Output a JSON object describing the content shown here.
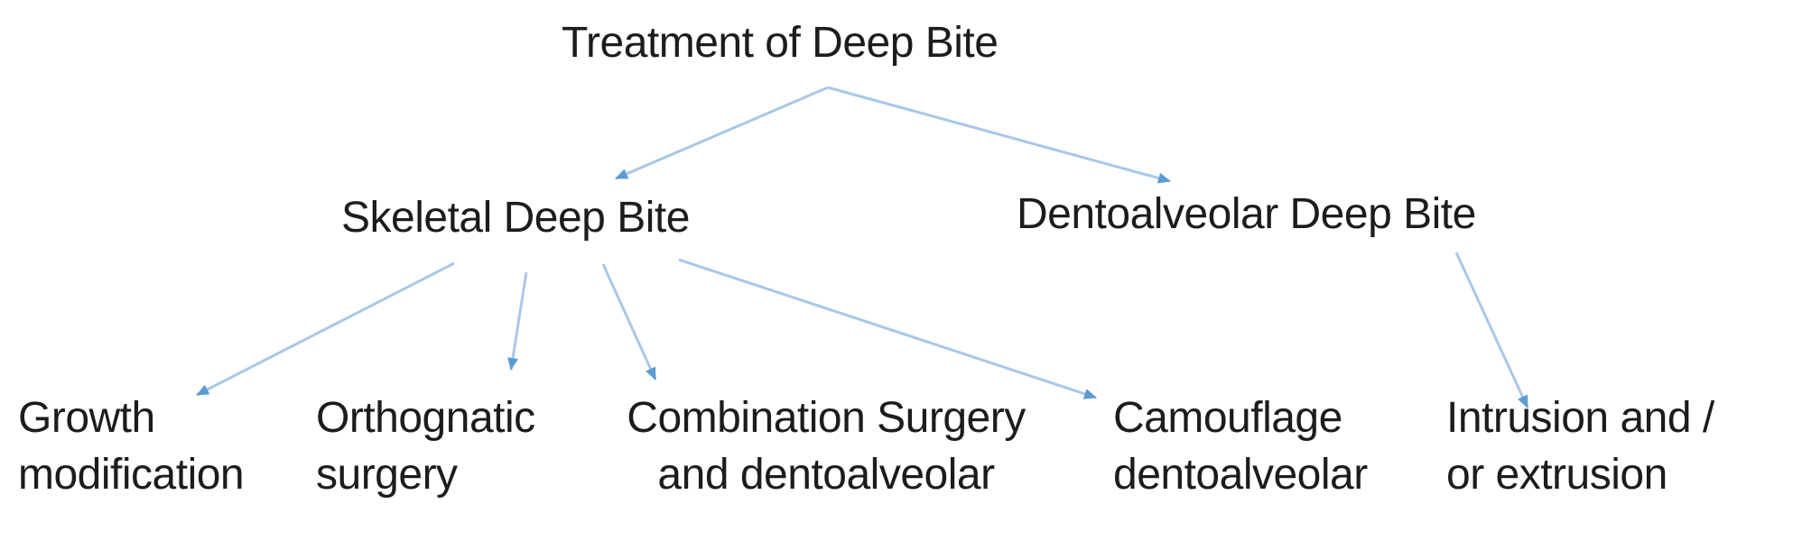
{
  "diagram": {
    "type": "tree-flowchart",
    "title": "Treatment of Deep Bite"
  },
  "nodes": {
    "root": {
      "label": "Treatment of Deep Bite"
    },
    "skeletal": {
      "label": "Skeletal Deep Bite"
    },
    "dentoalveolar": {
      "label": "Dentoalveolar Deep Bite"
    },
    "growth": {
      "line1": "Growth",
      "line2": "modification"
    },
    "orthognatic": {
      "line1": "Orthognatic",
      "line2": "surgery"
    },
    "combination": {
      "line1": "Combination Surgery",
      "line2": "and dentoalveolar"
    },
    "camouflage": {
      "line1": "Camouflage",
      "line2": "dentoalveolar"
    },
    "intrusion": {
      "line1": "Intrusion and /",
      "line2": "or extrusion"
    }
  },
  "edges": [
    {
      "from": "Treatment of Deep Bite",
      "to": "Skeletal Deep Bite"
    },
    {
      "from": "Treatment of Deep Bite",
      "to": "Dentoalveolar Deep Bite"
    },
    {
      "from": "Skeletal Deep Bite",
      "to": "Growth modification"
    },
    {
      "from": "Skeletal Deep Bite",
      "to": "Orthognatic surgery"
    },
    {
      "from": "Skeletal Deep Bite",
      "to": "Combination Surgery and dentoalveolar"
    },
    {
      "from": "Skeletal Deep Bite",
      "to": "Camouflage dentoalveolar"
    },
    {
      "from": "Dentoalveolar Deep Bite",
      "to": "Intrusion and / or extrusion"
    }
  ],
  "colors": {
    "connector_line": "#A9C7E8",
    "arrowhead": "#5B9BD5",
    "text": "#1c1c1c",
    "background": "#ffffff"
  }
}
